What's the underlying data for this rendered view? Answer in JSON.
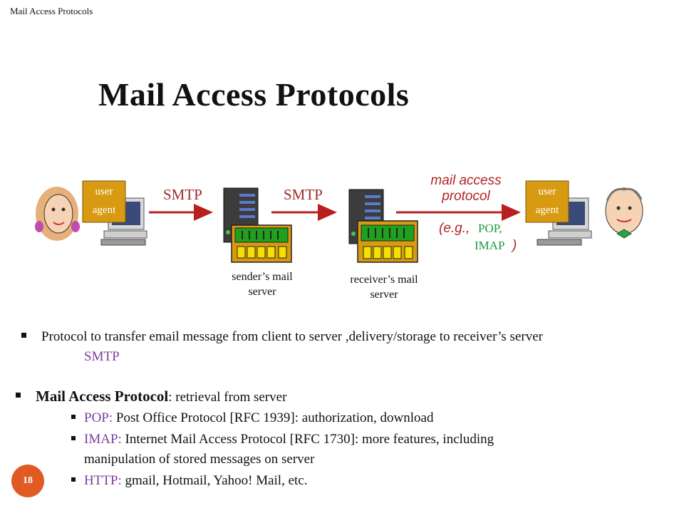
{
  "header": "Mail Access Protocols",
  "title": "Mail Access Protocols",
  "diagram": {
    "user_agent_left": [
      "user",
      "agent"
    ],
    "user_agent_right": [
      "user",
      "agent"
    ],
    "smtp1": "SMTP",
    "smtp2": "SMTP",
    "mail_access": [
      "mail access",
      "protocol"
    ],
    "eg_prefix": "(e.g.,",
    "eg_pop": "POP,",
    "eg_imap": "IMAP",
    "eg_suffix": ")",
    "sender_server": [
      "sender’s mail",
      "server"
    ],
    "receiver_server": [
      "receiver’s mail",
      "server"
    ],
    "colors": {
      "box": "#d89a12",
      "arrow": "#b81f1f",
      "italic_red": "#b02424",
      "green": "#1a9a3a",
      "purple": "#7a3e9d"
    }
  },
  "bullets": {
    "b1_text": "Protocol to transfer email message from client to server ,delivery/storage to receiver’s server",
    "b1_sub": "SMTP",
    "b2_bold": "Mail Access Protocol",
    "b2_rest": ": retrieval from server",
    "items": [
      {
        "kw": "POP:",
        "text": " Post Office Protocol [RFC 1939]: authorization, download"
      },
      {
        "kw": "IMAP:",
        "text": " Internet Mail Access Protocol [RFC 1730]: more features, including"
      },
      {
        "kw": "",
        "text": "manipulation of stored messages on server"
      },
      {
        "kw": "HTTP:",
        "text": " gmail, Hotmail, Yahoo! Mail, etc."
      }
    ]
  },
  "page_number": "18"
}
